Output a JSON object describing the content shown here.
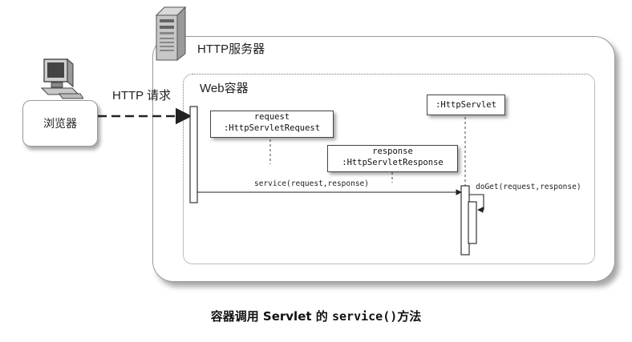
{
  "server": {
    "label": "HTTP服务器"
  },
  "container": {
    "label": "Web容器"
  },
  "browser": {
    "label": "浏览器"
  },
  "http_request": {
    "label": "HTTP  请求"
  },
  "objects": {
    "request_name": "request",
    "request_type": ":HttpServletRequest",
    "response_name": "response",
    "response_type": ":HttpServletResponse",
    "servlet_type": ":HttpServlet"
  },
  "messages": {
    "service_call": "service(request,response)",
    "doget_call": "doGet(request,response)"
  },
  "caption": {
    "prefix": "容器调用 Servlet 的 ",
    "code": "service()",
    "suffix": "方法"
  }
}
